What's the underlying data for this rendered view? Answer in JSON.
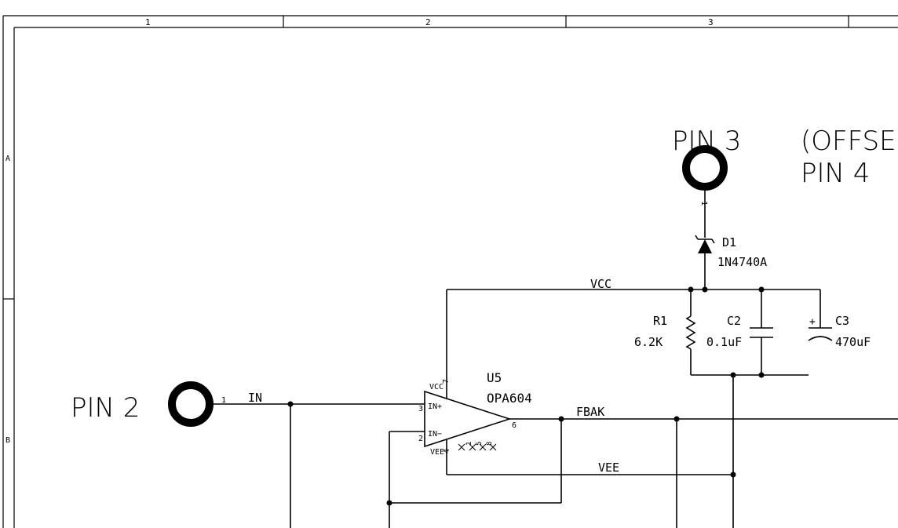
{
  "frame": {
    "columns": [
      "1",
      "2",
      "3"
    ],
    "rows": [
      "A",
      "B"
    ]
  },
  "connectors": {
    "pin2": {
      "label": "PIN 2",
      "pin": "1"
    },
    "pin3": {
      "label": "PIN 3",
      "pin": "1"
    },
    "offset_line1": "(OFFSE",
    "offset_line2": "PIN 4"
  },
  "nets": {
    "in": "IN",
    "vcc": "VCC",
    "vee": "VEE",
    "fbak": "FBAK"
  },
  "components": {
    "d1": {
      "ref": "D1",
      "value": "1N4740A"
    },
    "r1": {
      "ref": "R1",
      "value": "6.2K"
    },
    "c2": {
      "ref": "C2",
      "value": "0.1uF"
    },
    "c3": {
      "ref": "C3",
      "value": "470uF",
      "polarity": "+"
    },
    "u5": {
      "ref": "U5",
      "value": "OPA604",
      "vcc_label": "VCC",
      "vee_label": "VEE",
      "in_plus_label": "IN+",
      "in_minus_label": "IN−",
      "pin_in_plus": "3",
      "pin_in_minus": "2",
      "pin_out": "6",
      "pin_vcc": "7",
      "pin_vee": "4",
      "pin_nc1": "1",
      "pin_nc5": "5",
      "pin_nc8": "8"
    }
  }
}
